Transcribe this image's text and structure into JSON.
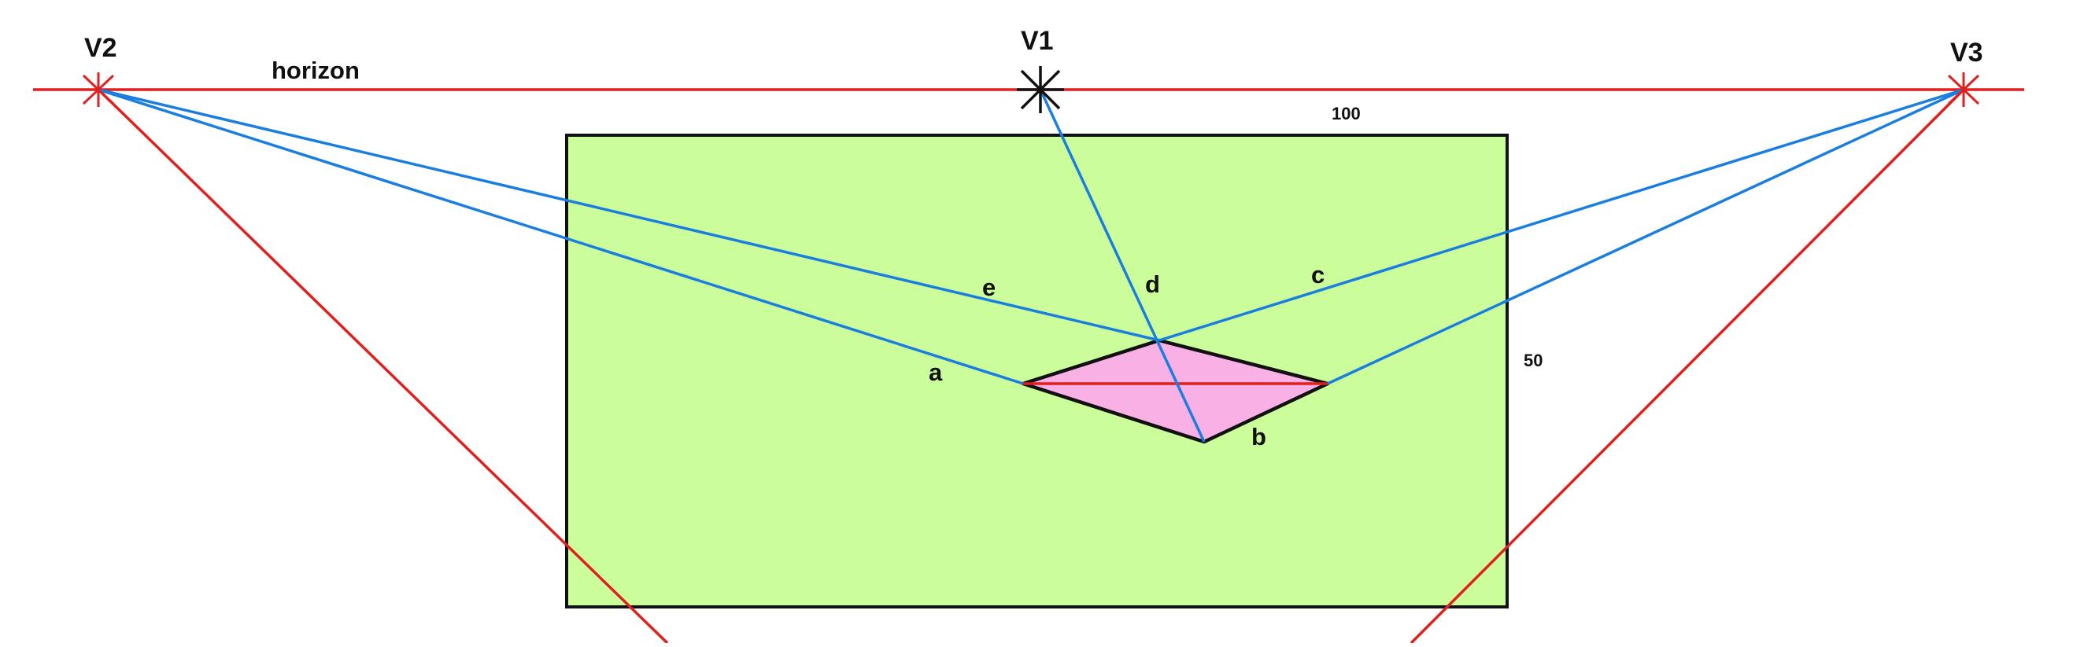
{
  "labels": {
    "v1": "V1",
    "v2": "V2",
    "v3": "V3",
    "horizon": "horizon",
    "a": "a",
    "b": "b",
    "c": "c",
    "d": "d",
    "e": "e",
    "width_dim": "100",
    "height_dim": "50"
  },
  "colors": {
    "background": "#ffffff",
    "rectangle_fill": "#ccfd9b",
    "rectangle_stroke": "#111111",
    "rhombus_fill": "#f9b0e4",
    "rhombus_stroke": "#111111",
    "horizon_line": "#e01f1f",
    "vanishing_lines_red": "#e01f1f",
    "construction_lines_blue": "#1a7ee0",
    "marker_v1": "#111111",
    "marker_v2_v3": "#e01f1f"
  }
}
